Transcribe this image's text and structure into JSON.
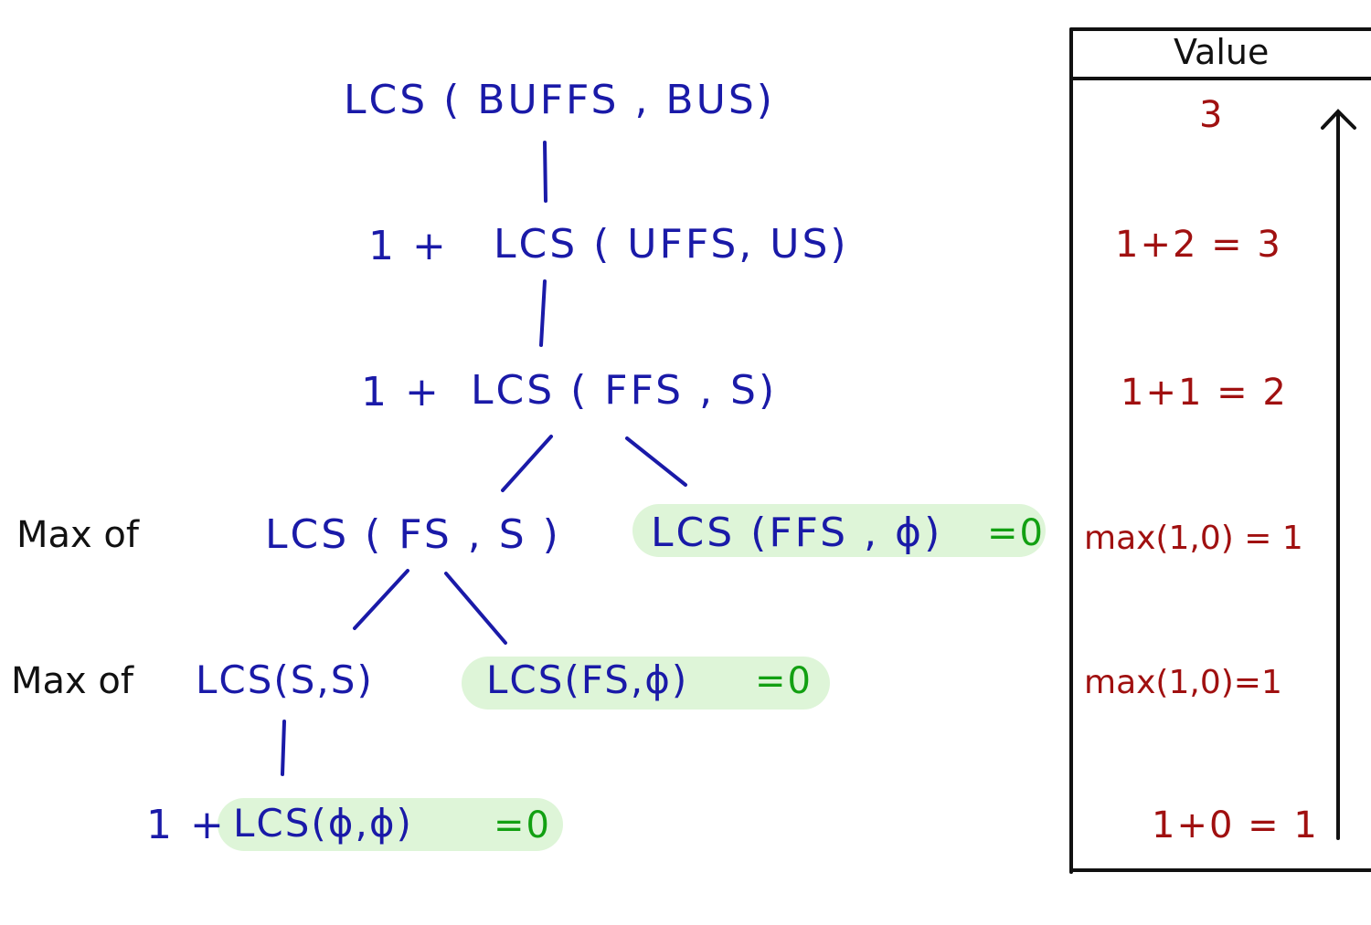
{
  "tree": {
    "root": "LCS ( BUFFS , BUS)",
    "level1": {
      "prefix": "1 +",
      "call": "LCS ( UFFS, US)"
    },
    "level2": {
      "prefix": "1 +",
      "call": "LCS ( FFS , S)"
    },
    "level3": {
      "label": "Max of",
      "left": "LCS ( FS , S )",
      "right": "LCS (FFS , ϕ)",
      "right_result": "=0"
    },
    "level4": {
      "label": "Max of",
      "left": "LCS(S,S)",
      "right": "LCS(FS,ϕ)",
      "right_result": "=0"
    },
    "level5": {
      "prefix": "1 +",
      "call": "LCS(ϕ,ϕ)",
      "result": "=0"
    }
  },
  "value_table": {
    "header": "Value",
    "rows": [
      "3",
      "1+2 = 3",
      "1+1 = 2",
      "max(1,0) = 1",
      "max(1,0)=1",
      "1+0 = 1"
    ]
  },
  "colors": {
    "tree_text": "#1a1aa8",
    "value_text": "#a01010",
    "highlight": "#def5d8",
    "result_text": "#12a012",
    "ink": "#111111"
  }
}
